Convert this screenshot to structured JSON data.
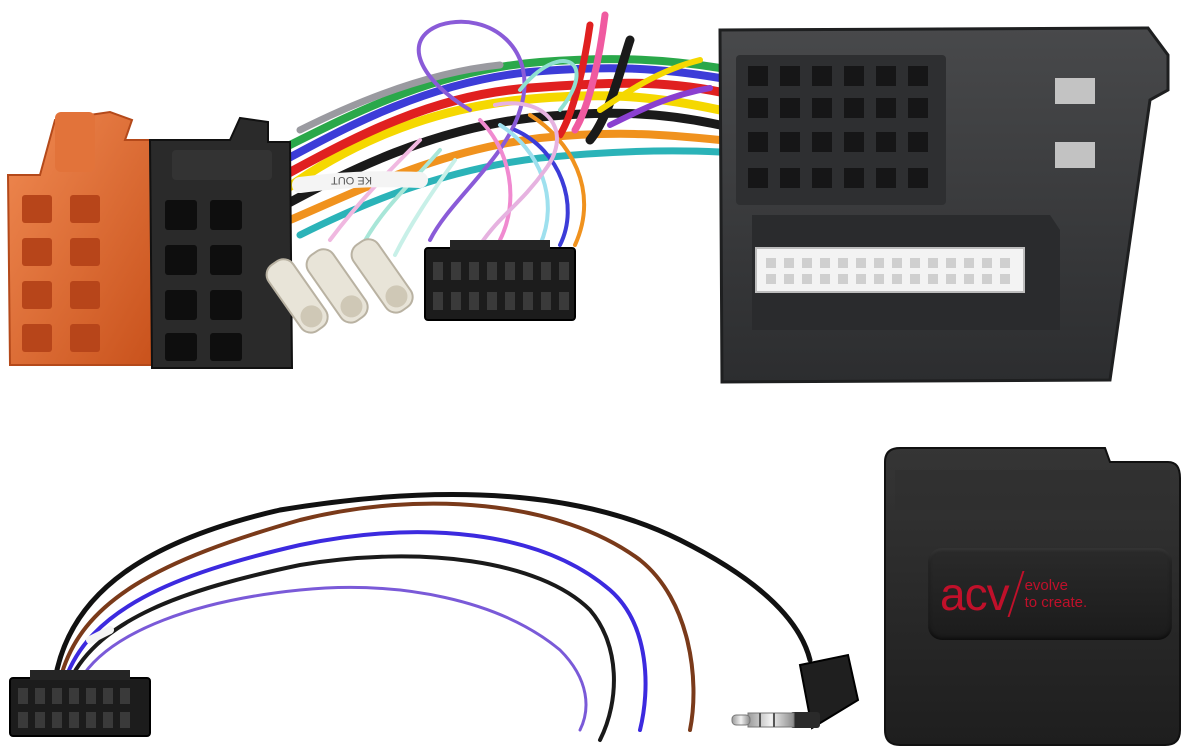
{
  "image": {
    "description_kind": "product-photo",
    "colors": {
      "background": "#ffffff",
      "iso_orange": "#e1692f",
      "iso_black": "#262626",
      "quadlock_gray": "#3a3b3d",
      "box_black": "#232323",
      "brand_red": "#c0102a"
    }
  },
  "logo": {
    "mark": "acv",
    "tagline_line1": "evolve",
    "tagline_line2": "to create."
  },
  "cable_label": {
    "text": "KE OUT"
  }
}
